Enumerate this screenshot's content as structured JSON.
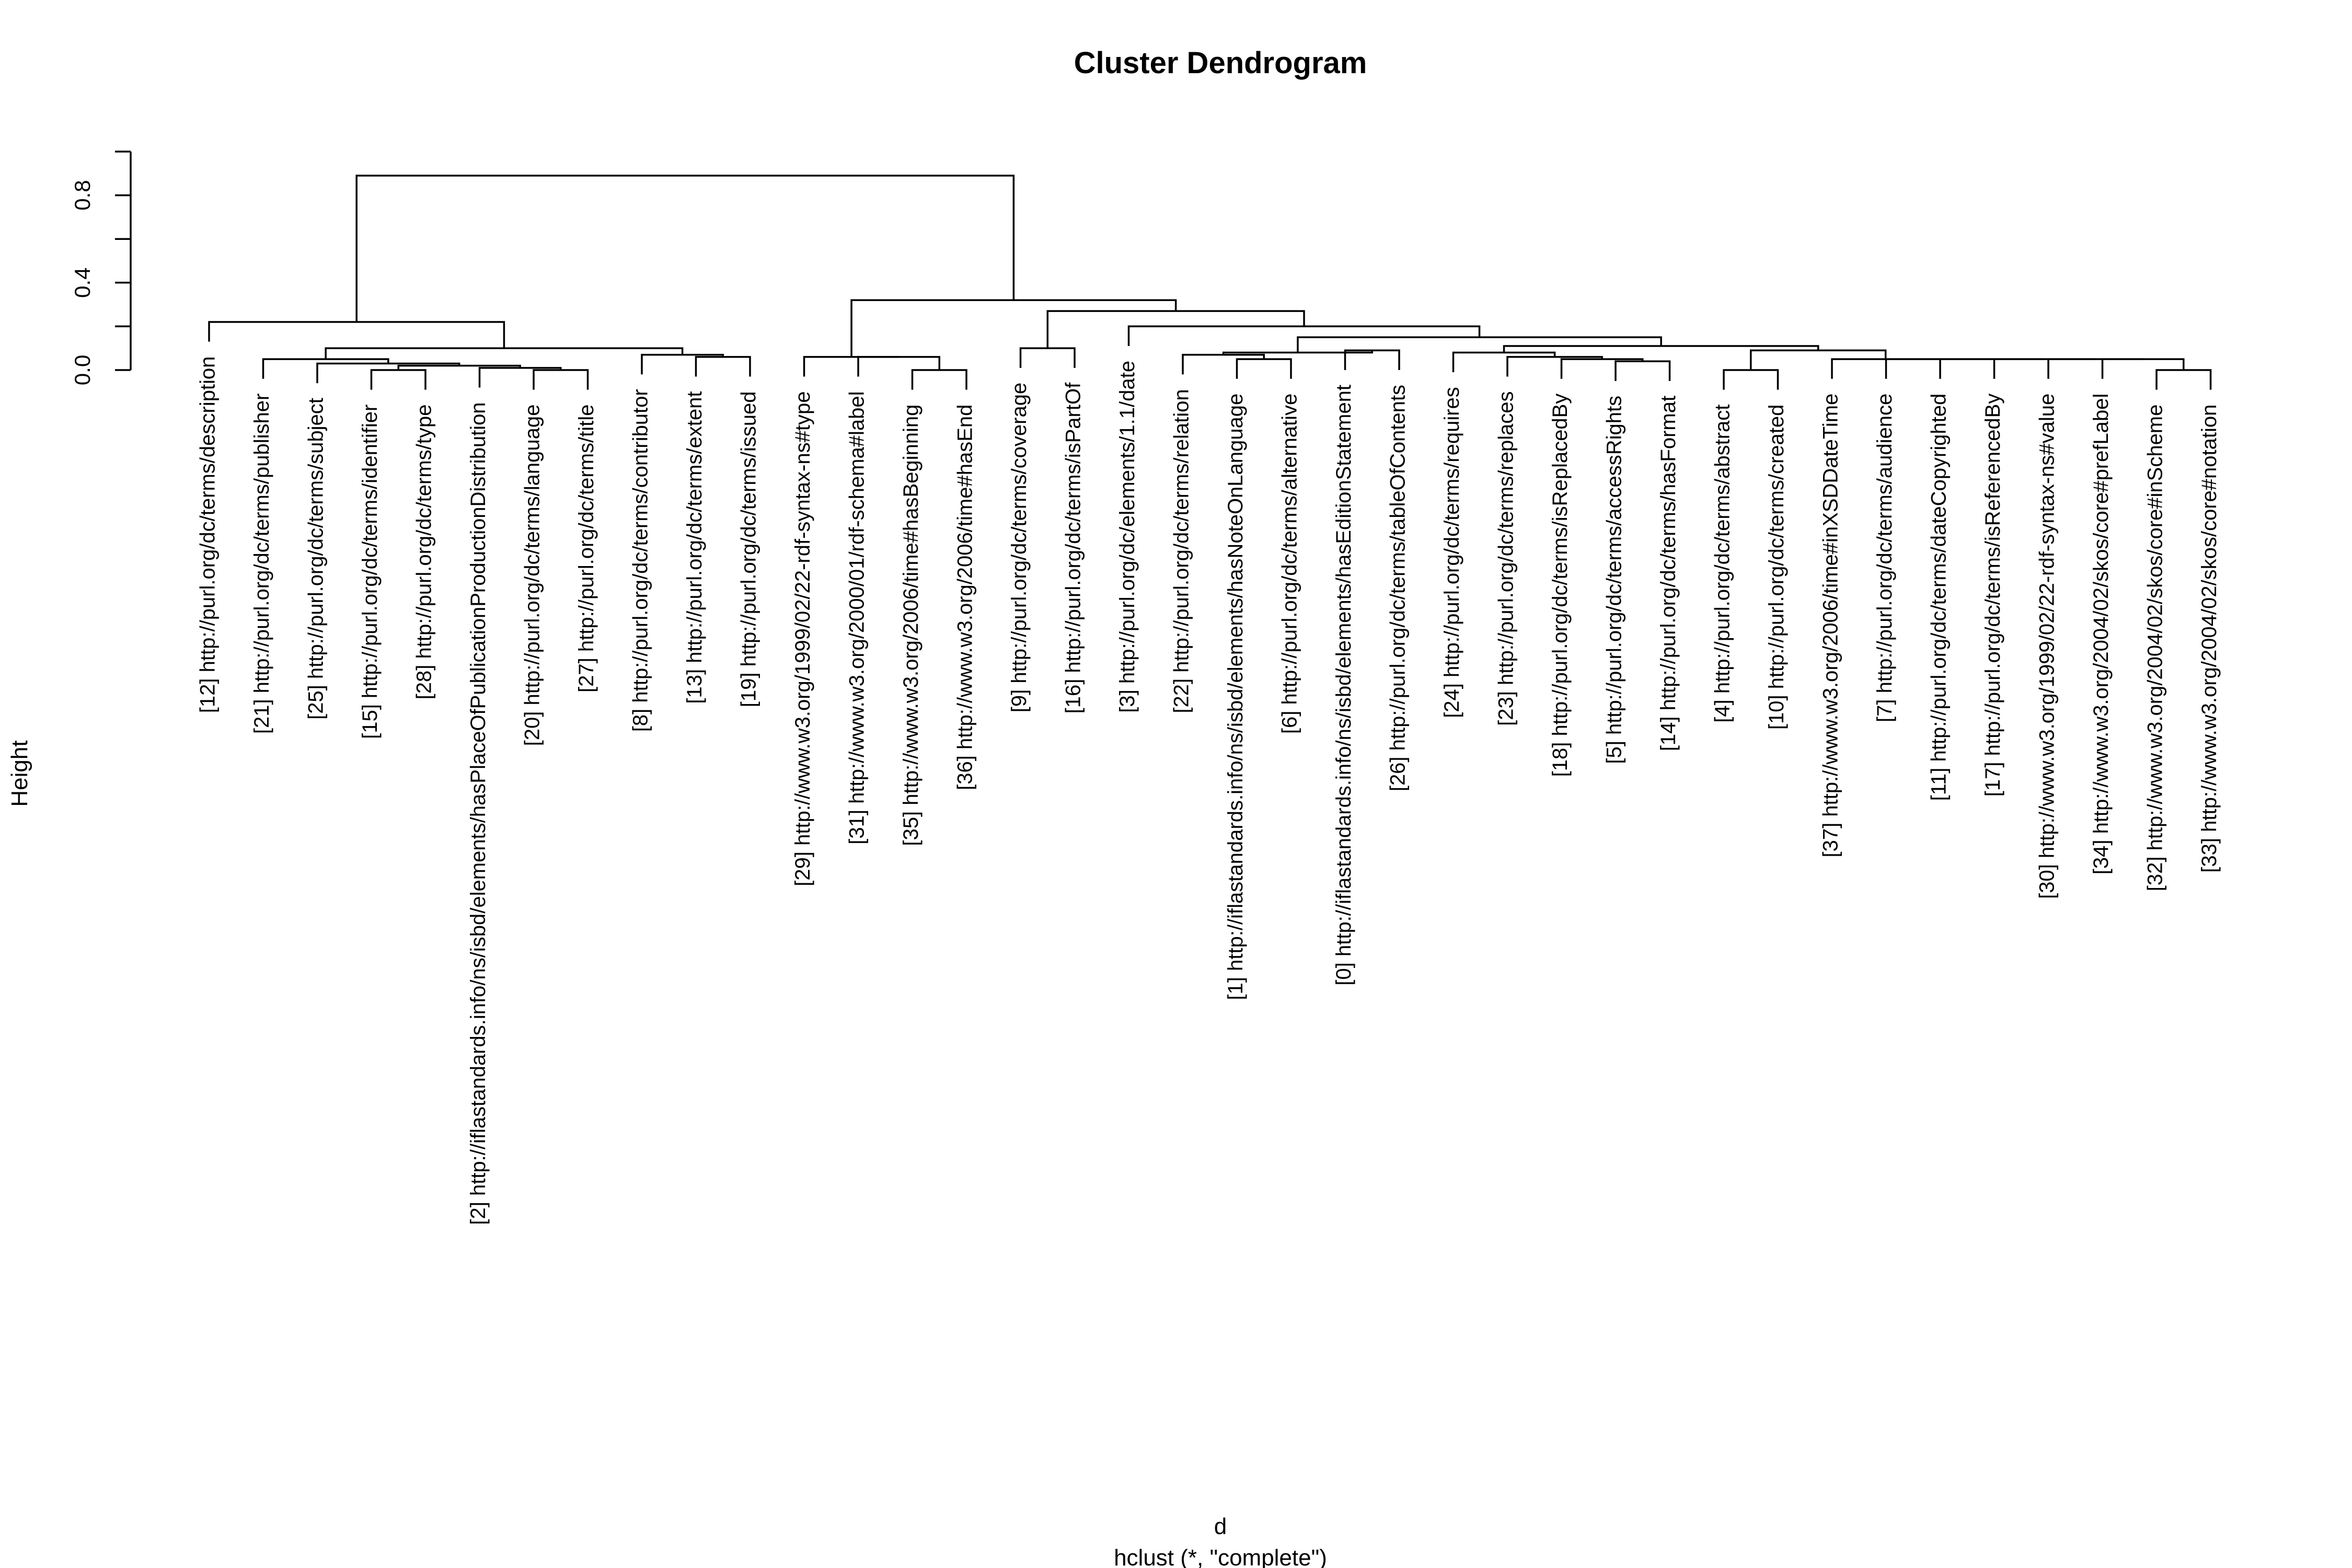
{
  "chart_data": {
    "type": "dendrogram",
    "title": "Cluster Dendrogram",
    "ylabel": "Height",
    "xlabel": "d",
    "sub": "hclust (*, \"complete\")",
    "ylim": [
      0,
      1
    ],
    "yticks": [
      0.0,
      0.4,
      0.8
    ],
    "ytick_labels": [
      "0.0",
      "0.4",
      "0.8"
    ],
    "leaves": [
      "[12] http://purl.org/dc/terms/description",
      "[21] http://purl.org/dc/terms/publisher",
      "[25] http://purl.org/dc/terms/subject",
      "[15] http://purl.org/dc/terms/identifier",
      "[28] http://purl.org/dc/terms/type",
      "[2] http://iflastandards.info/ns/isbd/elements/hasPlaceOfPublicationProductionDistribution",
      "[20] http://purl.org/dc/terms/language",
      "[27] http://purl.org/dc/terms/title",
      "[8] http://purl.org/dc/terms/contributor",
      "[13] http://purl.org/dc/terms/extent",
      "[19] http://purl.org/dc/terms/issued",
      "[29] http://www.w3.org/1999/02/22-rdf-syntax-ns#type",
      "[31] http://www.w3.org/2000/01/rdf-schema#label",
      "[35] http://www.w3.org/2006/time#hasBeginning",
      "[36] http://www.w3.org/2006/time#hasEnd",
      "[9] http://purl.org/dc/terms/coverage",
      "[16] http://purl.org/dc/terms/isPartOf",
      "[3] http://purl.org/dc/elements/1.1/date",
      "[22] http://purl.org/dc/terms/relation",
      "[1] http://iflastandards.info/ns/isbd/elements/hasNoteOnLanguage",
      "[6] http://purl.org/dc/terms/alternative",
      "[0] http://iflastandards.info/ns/isbd/elements/hasEditionStatement",
      "[26] http://purl.org/dc/terms/tableOfContents",
      "[24] http://purl.org/dc/terms/requires",
      "[23] http://purl.org/dc/terms/replaces",
      "[18] http://purl.org/dc/terms/isReplacedBy",
      "[5] http://purl.org/dc/terms/accessRights",
      "[14] http://purl.org/dc/terms/hasFormat",
      "[4] http://purl.org/dc/terms/abstract",
      "[10] http://purl.org/dc/terms/created",
      "[37] http://www.w3.org/2006/time#inXSDDateTime",
      "[7] http://purl.org/dc/terms/audience",
      "[11] http://purl.org/dc/terms/dateCopyrighted",
      "[17] http://purl.org/dc/terms/isReferencedBy",
      "[30] http://www.w3.org/1999/02/22-rdf-syntax-ns#value",
      "[34] http://www.w3.org/2004/02/skos/core#prefLabel",
      "[32] http://www.w3.org/2004/02/skos/core#inScheme",
      "[33] http://www.w3.org/2004/02/skos/core#notation"
    ],
    "merges": [
      {
        "l": 3,
        "r": 4,
        "h": 0.0
      },
      {
        "l": 6,
        "r": 7,
        "h": 0.0
      },
      {
        "l": 5,
        "r": "m1",
        "h": 0.01
      },
      {
        "l": "m0",
        "r": "m2",
        "h": 0.02
      },
      {
        "l": 2,
        "r": "m3",
        "h": 0.03
      },
      {
        "l": 9,
        "r": 10,
        "h": 0.06
      },
      {
        "l": 8,
        "r": "m5",
        "h": 0.07
      },
      {
        "l": 1,
        "r": "m4",
        "h": 0.05
      },
      {
        "l": "m7",
        "r": "m6",
        "h": 0.1
      },
      {
        "l": 0,
        "r": "m8",
        "h": 0.22
      },
      {
        "l": 13,
        "r": 14,
        "h": 0.0
      },
      {
        "l": 12,
        "r": "m10",
        "h": 0.06
      },
      {
        "l": 11,
        "r": "m11",
        "h": 0.06
      },
      {
        "l": 15,
        "r": 16,
        "h": 0.1
      },
      {
        "l": 19,
        "r": 20,
        "h": 0.05
      },
      {
        "l": 18,
        "r": "m14",
        "h": 0.07
      },
      {
        "l": 21,
        "r": 22,
        "h": 0.09
      },
      {
        "l": "m15",
        "r": "m16",
        "h": 0.08
      },
      {
        "l": 26,
        "r": 27,
        "h": 0.04
      },
      {
        "l": 25,
        "r": "m18",
        "h": 0.05
      },
      {
        "l": 24,
        "r": "m19",
        "h": 0.06
      },
      {
        "l": 23,
        "r": "m20",
        "h": 0.08
      },
      {
        "l": 28,
        "r": 29,
        "h": 0.0
      },
      {
        "l": 36,
        "r": 37,
        "h": 0.0
      },
      {
        "l": 35,
        "r": "m23",
        "h": 0.05
      },
      {
        "l": 34,
        "r": "m24",
        "h": 0.05
      },
      {
        "l": 33,
        "r": "m25",
        "h": 0.05
      },
      {
        "l": 32,
        "r": "m26",
        "h": 0.05
      },
      {
        "l": 31,
        "r": "m27",
        "h": 0.05
      },
      {
        "l": 30,
        "r": "m28",
        "h": 0.05
      },
      {
        "l": "m22",
        "r": "m29",
        "h": 0.09
      },
      {
        "l": "m21",
        "r": "m30",
        "h": 0.11
      },
      {
        "l": "m17",
        "r": "m31",
        "h": 0.15
      },
      {
        "l": 17,
        "r": "m32",
        "h": 0.2
      },
      {
        "l": "m13",
        "r": "m33",
        "h": 0.27
      },
      {
        "l": "m12",
        "r": "m34",
        "h": 0.32
      },
      {
        "l": "m9",
        "r": "m35",
        "h": 0.89
      }
    ]
  }
}
